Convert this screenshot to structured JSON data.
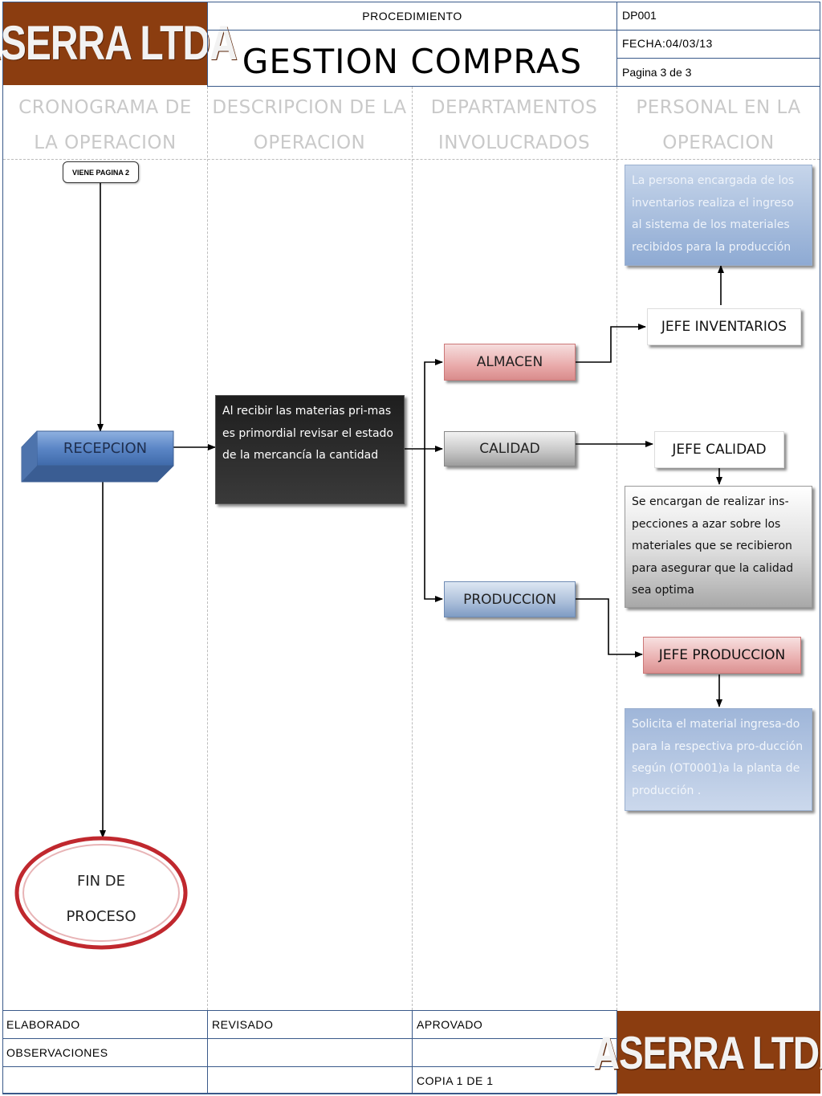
{
  "header": {
    "logo": "ASERRA LTDA",
    "doc_type": "PROCEDIMIENTO",
    "title": "GESTION COMPRAS",
    "code": "DP001",
    "date": "FECHA:04/03/13",
    "page": "Pagina 3 de 3"
  },
  "columns": [
    {
      "line1": "CRONOGRAMA DE",
      "line2": "LA OPERACION"
    },
    {
      "line1": "DESCRIPCION DE LA",
      "line2": "OPERACION"
    },
    {
      "line1": "DEPARTAMENTOS",
      "line2": "INVOLUCRADOS"
    },
    {
      "line1": "PERSONAL EN LA",
      "line2": "OPERACION"
    }
  ],
  "flow": {
    "connector": "VIENE PAGINA 2",
    "reception": "RECEPCION",
    "reception_desc": "Al recibir las materias pri-mas es primordial revisar el estado de la mercancía la cantidad",
    "end_line1": "FIN DE",
    "end_line2": "PROCESO"
  },
  "departments": {
    "almacen": "ALMACEN",
    "calidad": "CALIDAD",
    "produccion": "PRODUCCION"
  },
  "personnel": {
    "jefe_inventarios": "JEFE INVENTARIOS",
    "jefe_calidad": "JEFE CALIDAD",
    "jefe_produccion": "JEFE PRODUCCION",
    "inventarios_desc": "La persona encargada de los inventarios realiza el ingreso al sistema de los materiales recibidos para la producción",
    "calidad_desc": "Se encargan de realizar ins-pecciones a azar sobre los materiales que se recibieron para asegurar que la calidad sea optima",
    "produccion_desc": "Solicita el material ingresa-do para la respectiva pro-ducción según (OT0001)a la planta de producción ."
  },
  "footer": {
    "elaborado": "ELABORADO",
    "revisado": "REVISADO",
    "aprovado": "APROVADO",
    "observaciones": "OBSERVACIONES",
    "copia": "COPIA 1 DE 1",
    "logo": "ASERRA LTDA"
  },
  "colors": {
    "logo_bg": "#8b3d10",
    "border": "#3a5a8a",
    "reception": "#5b86c6",
    "almacen": "#e8a8a8",
    "calidad": "#b0b0b0",
    "produccion": "#93acd0",
    "end_ring": "#c0282e"
  }
}
